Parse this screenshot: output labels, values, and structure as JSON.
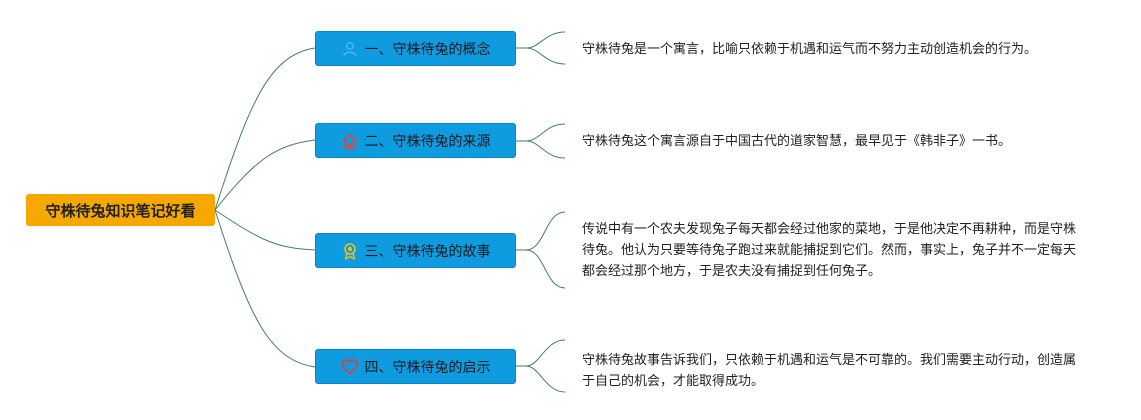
{
  "root": {
    "label": "守株待兔知识笔记好看"
  },
  "branches": [
    {
      "label": "一、守株待兔的概念",
      "icon": "person-icon",
      "text": "守株待兔是一个寓言，比喻只依赖于机遇和运气而不努力主动创造机会的行为。"
    },
    {
      "label": "二、守株待兔的来源",
      "icon": "home-icon",
      "text": "守株待兔这个寓言源自于中国古代的道家智慧，最早见于《韩非子》一书。"
    },
    {
      "label": "三、守株待兔的故事",
      "icon": "award-icon",
      "text": "传说中有一个农夫发现兔子每天都会经过他家的菜地，于是他决定不再耕种，而是守株待兔。他认为只要等待兔子跑过来就能捕捉到它们。然而，事实上，兔子并不一定每天都会经过那个地方，于是农夫没有捕捉到任何兔子。"
    },
    {
      "label": "四、守株待兔的启示",
      "icon": "heart-icon",
      "text": "守株待兔故事告诉我们，只依赖于机遇和运气是不可靠的。我们需要主动行动，创造属于自己的机会，才能取得成功。"
    }
  ],
  "colors": {
    "root_fill": "#f7a800",
    "branch_fill": "#0e9be0",
    "connector": "#3f7f6a",
    "home_icon": "#e0463a",
    "award_icon": "#e8c21a",
    "heart_icon": "#e03a3a"
  }
}
